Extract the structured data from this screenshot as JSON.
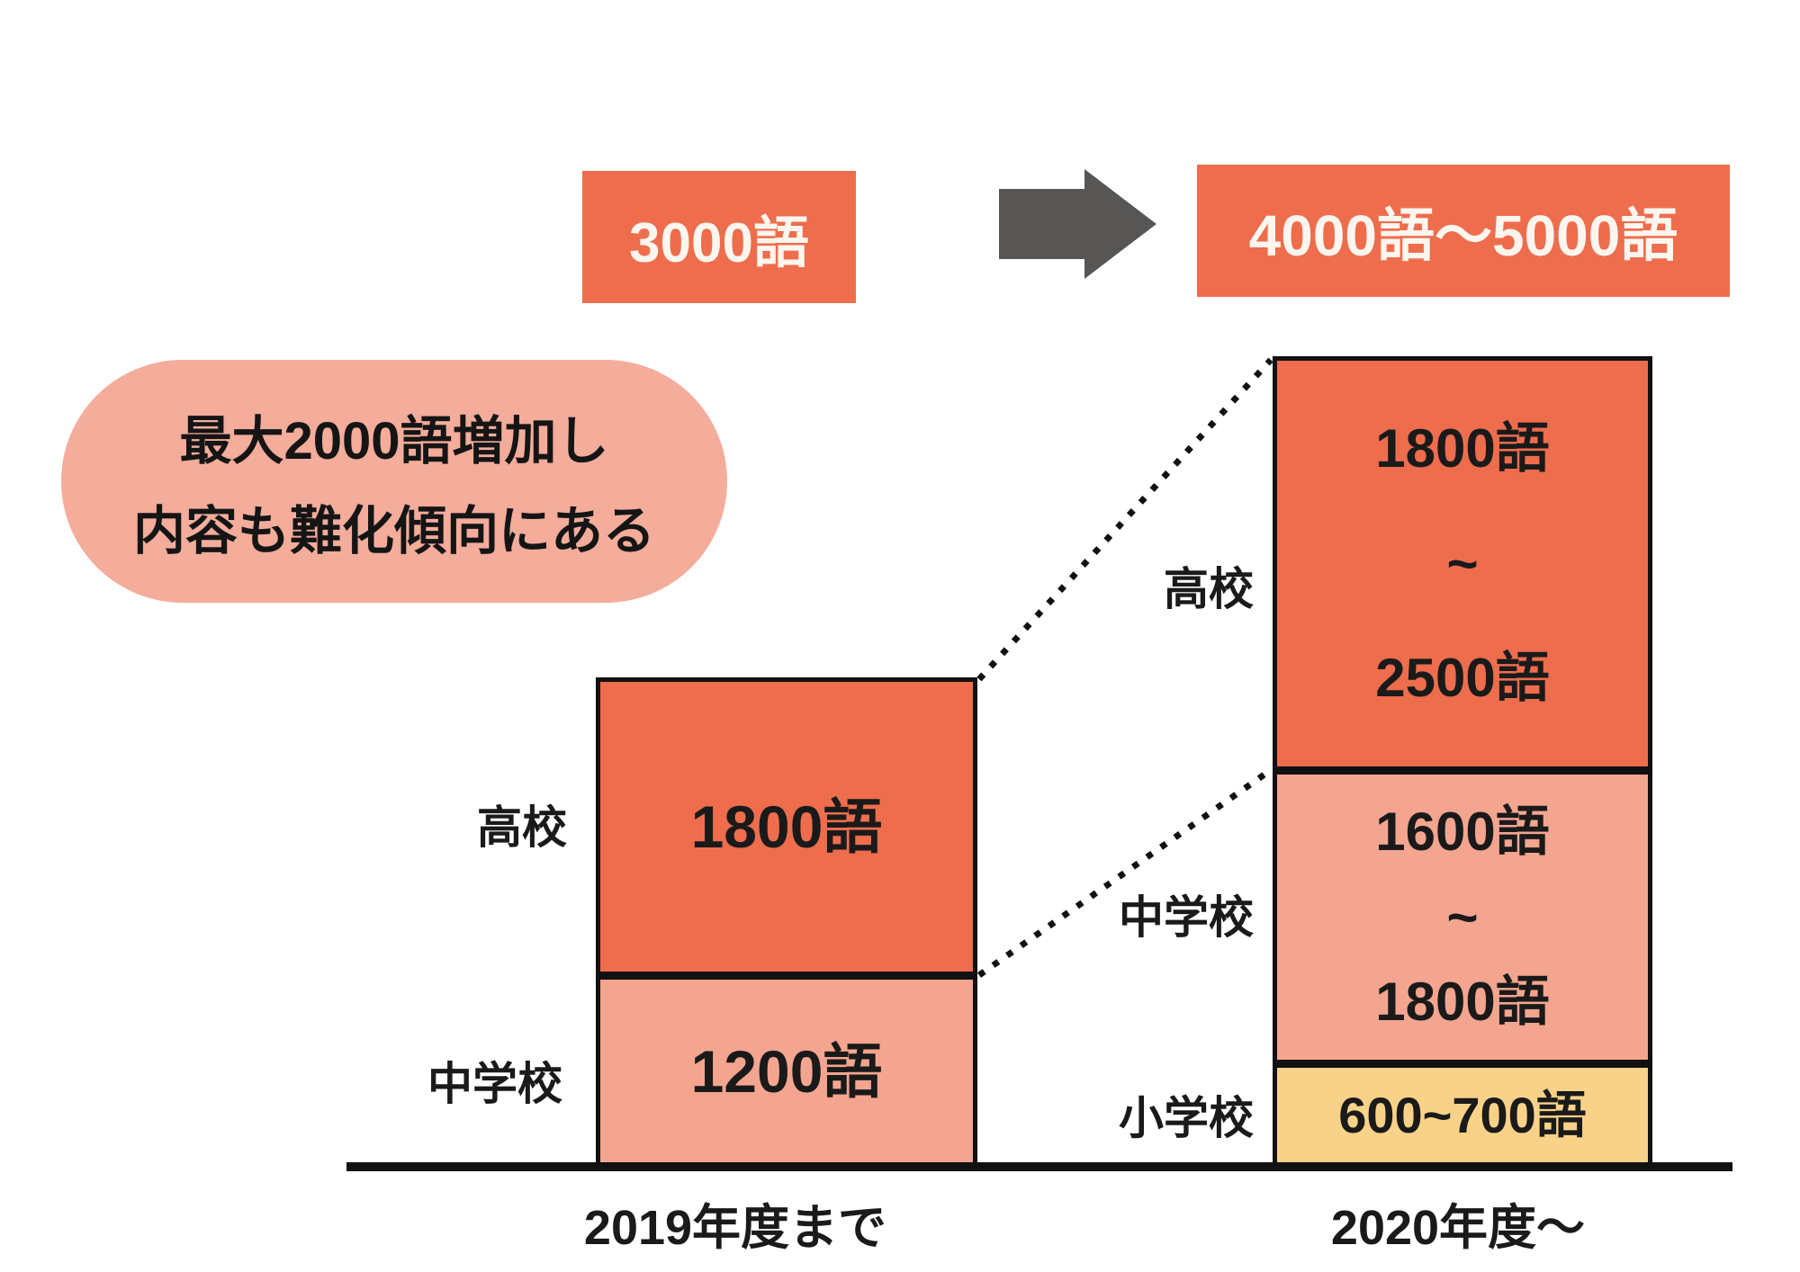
{
  "totals": {
    "before": "3000語",
    "after": "4000語〜5000語"
  },
  "callout": {
    "line1": "最大2000語増加し",
    "line2": "内容も難化傾向にある"
  },
  "left_bar": {
    "axis_label": "2019年度まで",
    "koukou": {
      "label": "高校",
      "value": "1800語"
    },
    "chuugakkou": {
      "label": "中学校",
      "value": "1200語"
    }
  },
  "right_bar": {
    "axis_label": "2020年度〜",
    "koukou": {
      "label": "高校",
      "line1": "1800語",
      "line2": "~",
      "line3": "2500語"
    },
    "chuugakkou": {
      "label": "中学校",
      "line1": "1600語",
      "line2": "~",
      "line3": "1800語"
    },
    "shougakkou": {
      "label": "小学校",
      "value": "600~700語"
    }
  },
  "colors": {
    "orange": "#ed6d4d",
    "salmon": "#f4a58f",
    "callout_pink": "#f4ac9b",
    "yellow": "#f8d288",
    "arrow_gray": "#585555",
    "ink": "#111111",
    "box_text": "#fdf6ef"
  },
  "chart_data": {
    "type": "bar",
    "stacked": true,
    "title": "",
    "categories": [
      "2019年度まで",
      "2020年度〜"
    ],
    "series": [
      {
        "name": "小学校",
        "values": [
          0,
          650
        ],
        "labels": [
          "",
          "600~700語"
        ],
        "color": "#f8d288"
      },
      {
        "name": "中学校",
        "values": [
          1200,
          1700
        ],
        "labels": [
          "1200語",
          "1600語~1800語"
        ],
        "color": "#f4a58f"
      },
      {
        "name": "高校",
        "values": [
          1800,
          2150
        ],
        "labels": [
          "1800語",
          "1800語~2500語"
        ],
        "color": "#ed6d4d"
      }
    ],
    "totals_labels": [
      "3000語",
      "4000語〜5000語"
    ],
    "annotation": "最大2000語増加し内容も難化傾向にある",
    "legend_position": "left-of-bars",
    "grid": false,
    "unit": "語 (words)"
  }
}
